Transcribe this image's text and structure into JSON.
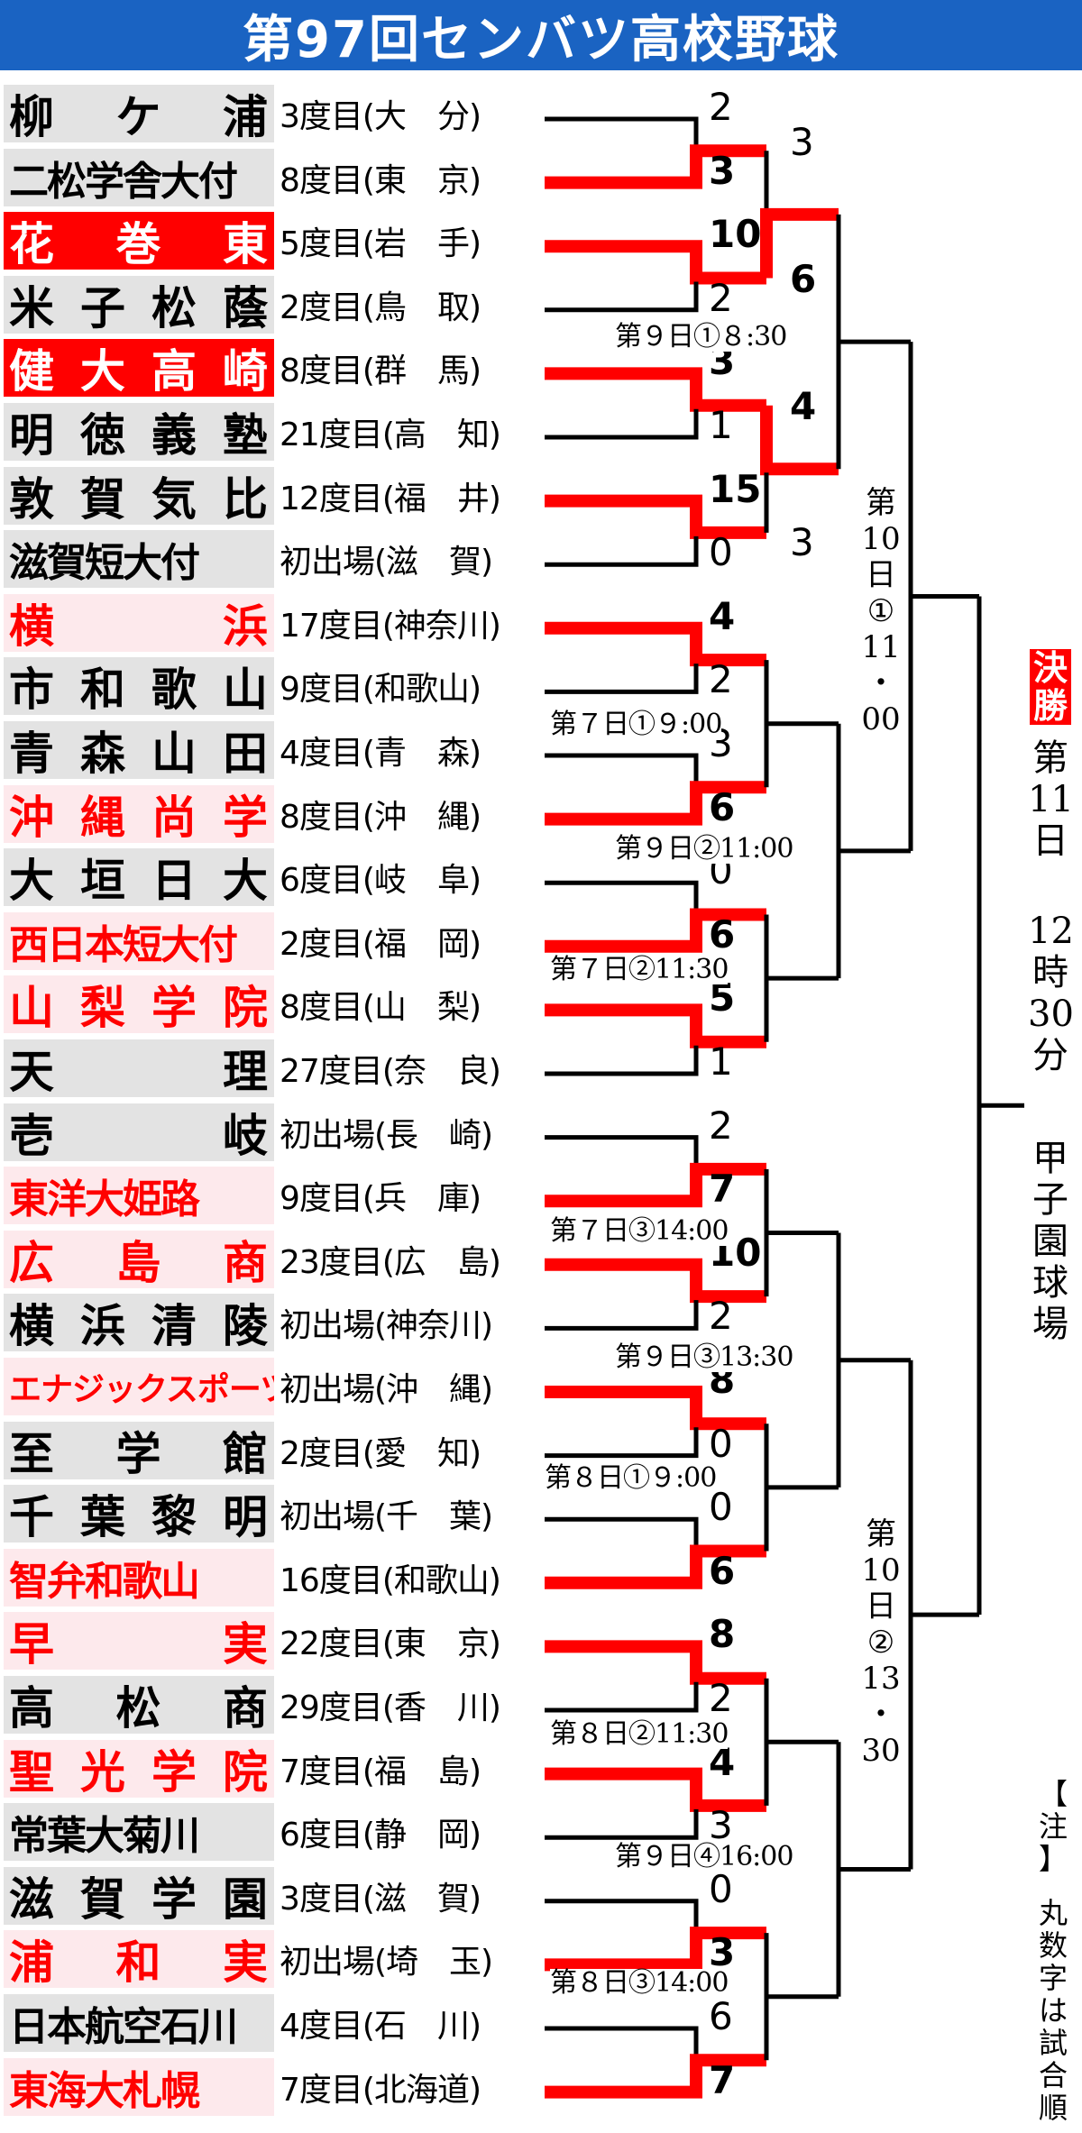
{
  "title": "第97回センバツ高校野球",
  "teams": [
    {
      "name": "柳ケ浦",
      "info": "3度目",
      "pref": "(大　分)",
      "style": "spread"
    },
    {
      "name": "二松学舎大付",
      "info": "8度目",
      "pref": "(東　京)",
      "style": "tight"
    },
    {
      "name": "花巻東",
      "info": "5度目",
      "pref": "(岩　手)",
      "style": "spread highlight"
    },
    {
      "name": "米子松蔭",
      "info": "2度目",
      "pref": "(鳥　取)",
      "style": "spread"
    },
    {
      "name": "健大高崎",
      "info": "8度目",
      "pref": "(群　馬)",
      "style": "spread highlight"
    },
    {
      "name": "明徳義塾",
      "info": "21度目",
      "pref": "(高　知)",
      "style": "spread"
    },
    {
      "name": "敦賀気比",
      "info": "12度目",
      "pref": "(福　井)",
      "style": "spread"
    },
    {
      "name": "滋賀短大付",
      "info": "初出場",
      "pref": "(滋　賀)",
      "style": "tight"
    },
    {
      "name": "横浜",
      "info": "17度目",
      "pref": "(神奈川)",
      "style": "spread winner"
    },
    {
      "name": "市和歌山",
      "info": "9度目",
      "pref": "(和歌山)",
      "style": "spread"
    },
    {
      "name": "青森山田",
      "info": "4度目",
      "pref": "(青　森)",
      "style": "spread"
    },
    {
      "name": "沖縄尚学",
      "info": "8度目",
      "pref": "(沖　縄)",
      "style": "spread winner"
    },
    {
      "name": "大垣日大",
      "info": "6度目",
      "pref": "(岐　阜)",
      "style": "spread"
    },
    {
      "name": "西日本短大付",
      "info": "2度目",
      "pref": "(福　岡)",
      "style": "tight winner"
    },
    {
      "name": "山梨学院",
      "info": "8度目",
      "pref": "(山　梨)",
      "style": "spread winner"
    },
    {
      "name": "天理",
      "info": "27度目",
      "pref": "(奈　良)",
      "style": "spread"
    },
    {
      "name": "壱岐",
      "info": "初出場",
      "pref": "(長　崎)",
      "style": "spread"
    },
    {
      "name": "東洋大姫路",
      "info": "9度目",
      "pref": "(兵　庫)",
      "style": "tight winner"
    },
    {
      "name": "広島商",
      "info": "23度目",
      "pref": "(広　島)",
      "style": "spread winner"
    },
    {
      "name": "横浜清陵",
      "info": "初出場",
      "pref": "(神奈川)",
      "style": "spread"
    },
    {
      "name": "エナジックスポーツ",
      "info": "初出場",
      "pref": "(沖　縄)",
      "style": "small winner"
    },
    {
      "name": "至学館",
      "info": "2度目",
      "pref": "(愛　知)",
      "style": "spread"
    },
    {
      "name": "千葉黎明",
      "info": "初出場",
      "pref": "(千　葉)",
      "style": "spread"
    },
    {
      "name": "智弁和歌山",
      "info": "16度目",
      "pref": "(和歌山)",
      "style": "tight winner"
    },
    {
      "name": "早実",
      "info": "22度目",
      "pref": "(東　京)",
      "style": "spread winner"
    },
    {
      "name": "高松商",
      "info": "29度目",
      "pref": "(香　川)",
      "style": "spread"
    },
    {
      "name": "聖光学院",
      "info": "7度目",
      "pref": "(福　島)",
      "style": "spread winner"
    },
    {
      "name": "常葉大菊川",
      "info": "6度目",
      "pref": "(静　岡)",
      "style": "tight"
    },
    {
      "name": "滋賀学園",
      "info": "3度目",
      "pref": "(滋　賀)",
      "style": "spread"
    },
    {
      "name": "浦和実",
      "info": "初出場",
      "pref": "(埼　玉)",
      "style": "spread winner"
    },
    {
      "name": "日本航空石川",
      "info": "4度目",
      "pref": "(石　川)",
      "style": "tight"
    },
    {
      "name": "東海大札幌",
      "info": "7度目",
      "pref": "(北海道)",
      "style": "tight winner"
    }
  ],
  "round1_scores": [
    "2",
    "3",
    "10",
    "2",
    "3",
    "1",
    "15",
    "0",
    "4",
    "2",
    "3",
    "6",
    "0",
    "6",
    "5",
    "1",
    "2",
    "7",
    "10",
    "2",
    "8",
    "0",
    "0",
    "6",
    "8",
    "2",
    "4",
    "3",
    "0",
    "3",
    "6",
    "7"
  ],
  "round1_winner_flags": [
    false,
    true,
    true,
    false,
    true,
    false,
    true,
    false,
    true,
    false,
    false,
    true,
    false,
    true,
    true,
    false,
    false,
    true,
    true,
    false,
    true,
    false,
    false,
    true,
    true,
    false,
    true,
    false,
    false,
    true,
    false,
    true
  ],
  "round2_scores": [
    "3",
    "6",
    "4",
    "3"
  ],
  "round2_winner_flags": [
    false,
    true,
    true,
    false
  ],
  "schedules": {
    "g_7_1": "第７日①９:00",
    "g_7_2": "第７日②11:30",
    "g_7_3": "第７日③14:00",
    "g_8_1": "第８日①９:00",
    "g_8_2": "第８日②11:30",
    "g_8_3": "第８日③14:00",
    "g_9_1": "第９日①８:30",
    "g_9_2": "第９日②11:00",
    "g_9_3": "第９日③13:30",
    "g_9_4": "第９日④16:00",
    "semi_1": [
      "第",
      "10",
      "日",
      "①",
      "11",
      "・",
      "00"
    ],
    "semi_2": [
      "第",
      "10",
      "日",
      "②",
      "13",
      "・",
      "30"
    ]
  },
  "final": {
    "label": "決勝",
    "day": [
      "第",
      "11",
      "日"
    ],
    "time": [
      "12",
      "時",
      "30",
      "分"
    ],
    "venue": [
      "甲",
      "子",
      "園",
      "球",
      "場"
    ]
  },
  "note": {
    "heading": [
      "【",
      "注",
      "】"
    ],
    "text": [
      "丸",
      "数",
      "字",
      "は",
      "試",
      "合",
      "順"
    ]
  },
  "colors": {
    "title_bg": "#1a63c2",
    "winner_red": "#ff0000",
    "winner_bg": "#fde9ec",
    "loser_bg": "#e3e3e3",
    "line": "#000000"
  }
}
